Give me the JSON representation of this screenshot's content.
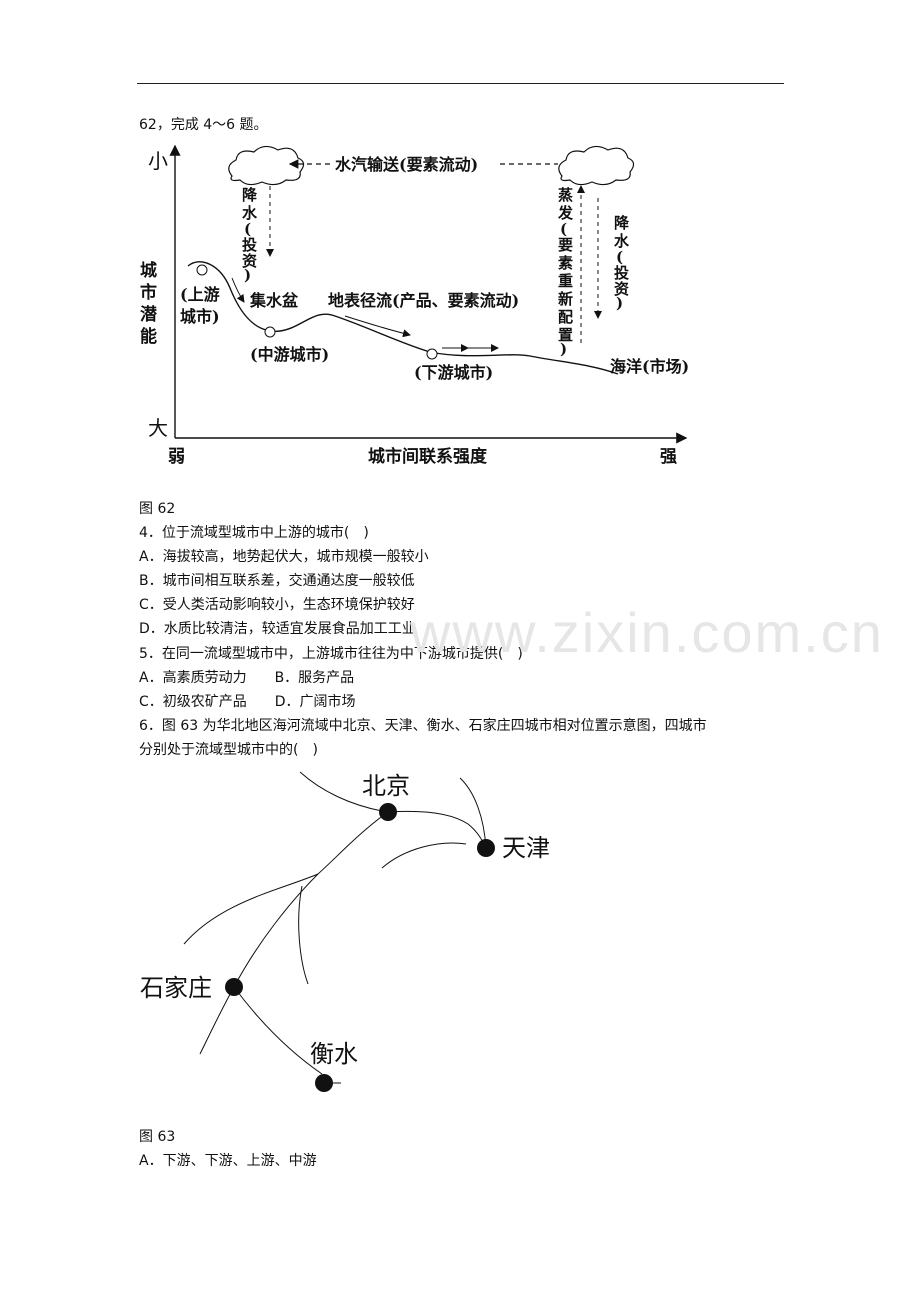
{
  "intro": "62，完成 4～6 题。",
  "figure62": {
    "axis_top": "小",
    "axis_bottom": "大",
    "y_label_chars": [
      "城",
      "市",
      "潜",
      "能"
    ],
    "x_left": "弱",
    "x_label": "城市间联系强度",
    "x_right": "强",
    "transport": "水汽输送(要素流动)",
    "rain_left_chars": [
      "降",
      "水",
      "(",
      "投",
      "资",
      ")"
    ],
    "evap_chars": [
      "蒸",
      "发",
      "(",
      "要",
      "素",
      "重",
      "新",
      "配",
      "置",
      ")"
    ],
    "rain_right_chars": [
      "降",
      "水",
      "(",
      "投",
      "资",
      ")"
    ],
    "upstream_line1": "(上游",
    "upstream_line2": "城市)",
    "basin": "集水盆",
    "runoff": "地表径流(产品、要素流动)",
    "midstream": "(中游城市)",
    "downstream": "(下游城市)",
    "ocean": "海洋(市场)"
  },
  "caption62": "图 62",
  "q4": {
    "stem": "4．位于流域型城市中上游的城市(　)",
    "A": "A．海拔较高，地势起伏大，城市规模一般较小",
    "B": "B．城市间相互联系差，交通通达度一般较低",
    "C": "C．受人类活动影响较小，生态环境保护较好",
    "D": "D．水质比较清洁，较适宜发展食品加工工业"
  },
  "q5": {
    "stem": "5．在同一流域型城市中，上游城市往往为中下游城市提供(　)",
    "AB": "A．高素质劳动力　　B．服务产品",
    "CD": "C．初级农矿产品　　D．广阔市场"
  },
  "q6": {
    "stem1": "6．图 63 为华北地区海河流域中北京、天津、衡水、石家庄四城市相对位置示意图，四城市",
    "stem2": "分别处于流域型城市中的(　)"
  },
  "figure63": {
    "beijing": "北京",
    "tianjin": "天津",
    "shijiazhuang": "石家庄",
    "hengshui": "衡水"
  },
  "caption63": "图 63",
  "optionA6": "A．下游、下游、上游、中游",
  "watermark": "www.zixin.com.cn"
}
